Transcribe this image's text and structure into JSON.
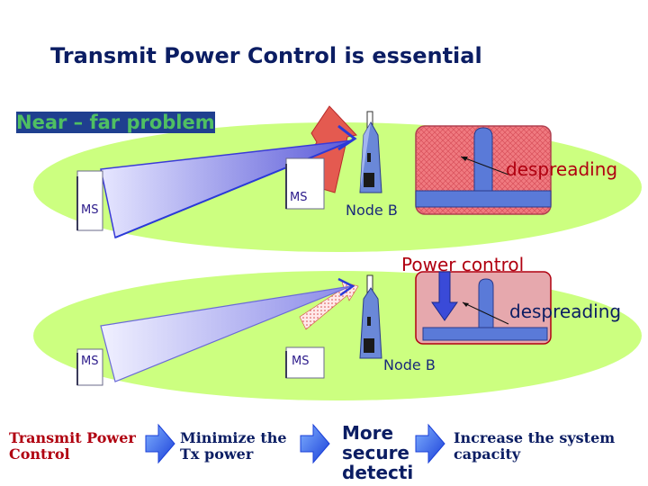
{
  "title": "Transmit Power Control is essential",
  "near_far": "Near – far problem",
  "top": {
    "despreading": "despreading",
    "ms_left": "MS",
    "ms_right": "MS",
    "node_b": "Node B"
  },
  "bottom": {
    "power_control": "Power control",
    "despreading": "despreading",
    "ms_left": "MS",
    "ms_right": "MS",
    "node_b": "Node B"
  },
  "flow": {
    "step1": "Transmit Power Control",
    "step2": "Minimize the Tx power",
    "step3": "More secure detecti",
    "step4": "Increase the system capacity"
  },
  "colors": {
    "ellipse": "#ccff80",
    "title": "#0b1d63",
    "accent_red": "#b00010",
    "signal_red": "#e05a5a",
    "signal_blue": "#2a3ad8"
  }
}
